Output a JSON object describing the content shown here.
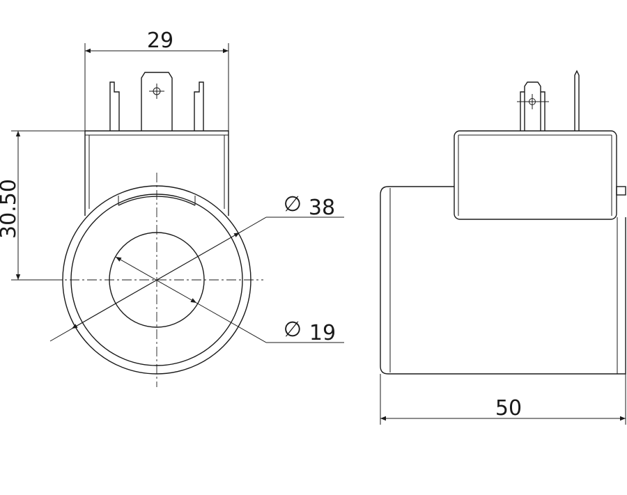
{
  "drawing": {
    "front_view": {
      "width_dimension": "29",
      "height_dimension": "30.50",
      "outer_diameter": {
        "symbol": "∅",
        "value": "38"
      },
      "inner_diameter": {
        "symbol": "∅",
        "value": "19"
      }
    },
    "side_view": {
      "length_dimension": "50"
    }
  }
}
